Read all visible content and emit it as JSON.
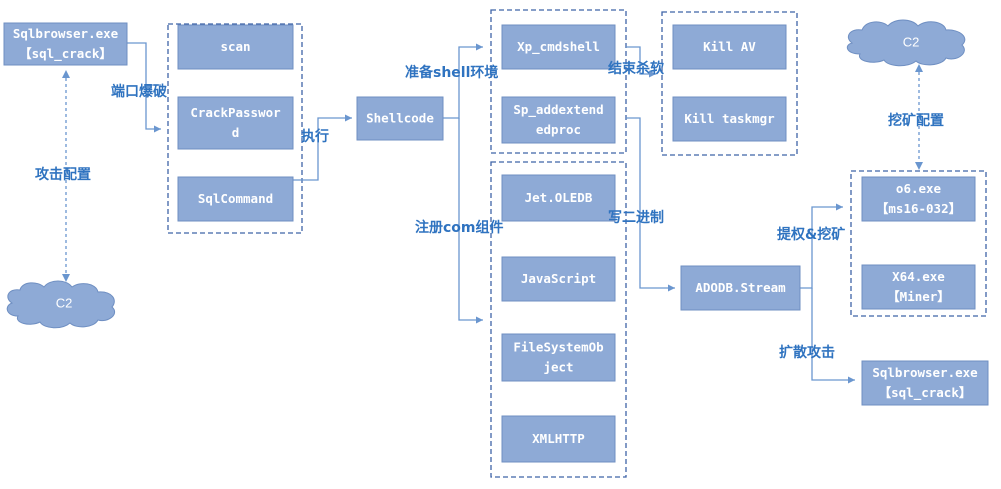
{
  "boxes": {
    "sqlbrowser_top": [
      "Sqlbrowser.exe",
      "【sql_crack】"
    ],
    "scan": [
      "scan"
    ],
    "crackpassword": [
      "CrackPasswor",
      "d"
    ],
    "sqlcommand": [
      "SqlCommand"
    ],
    "shellcode": [
      "Shellcode"
    ],
    "xp_cmdshell": [
      "Xp_cmdshell"
    ],
    "sp_addextendedproc": [
      "Sp_addextend",
      "edproc"
    ],
    "kill_av": [
      "Kill AV"
    ],
    "kill_taskmgr": [
      "Kill taskmgr"
    ],
    "jet_oledb": [
      "Jet.OLEDB"
    ],
    "javascript": [
      "JavaScript"
    ],
    "filesystemobject": [
      "FileSystemOb",
      "ject"
    ],
    "xmlhttp": [
      "XMLHTTP"
    ],
    "adodb_stream": [
      "ADODB.Stream"
    ],
    "o6_exe": [
      "o6.exe",
      "【ms16-032】"
    ],
    "x64_exe": [
      "X64.exe",
      "【Miner】"
    ],
    "sqlbrowser_bottom": [
      "Sqlbrowser.exe",
      "【sql_crack】"
    ]
  },
  "clouds": {
    "c2_left": "C2",
    "c2_right": "C2"
  },
  "labels": {
    "port_bruteforce": "端口爆破",
    "attack_config": "攻击配置",
    "execute": "执行",
    "prepare_shell": "准备shell环境",
    "register_com": "注册com组件",
    "end_kill": "结束杀软",
    "write_binary": "写二进制",
    "escalate_mine": "提权&挖矿",
    "spread_attack": "扩散攻击",
    "mining_config": "挖矿配置"
  }
}
